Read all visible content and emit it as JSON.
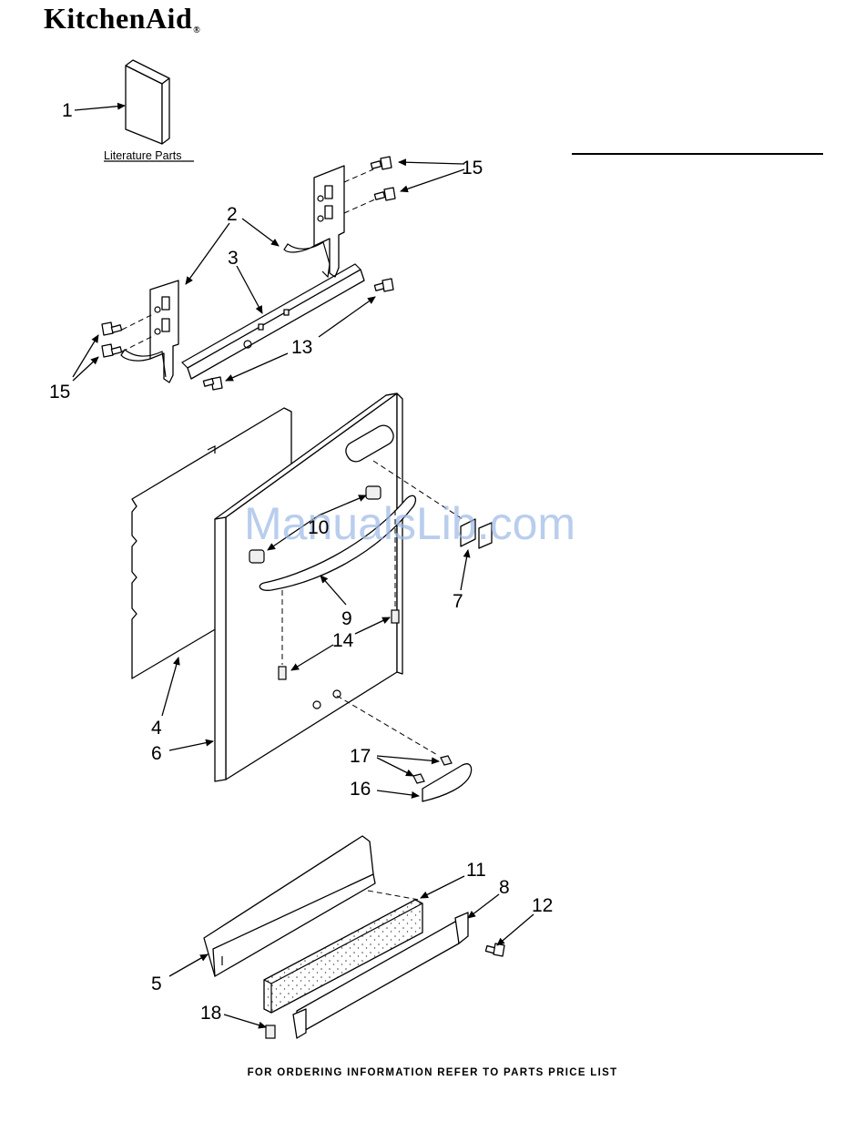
{
  "brand": {
    "name": "KitchenAid",
    "mark": "®"
  },
  "literature_label": "Literature Parts",
  "watermark": "ManualsLib.com",
  "footer": "FOR ORDERING INFORMATION REFER TO PARTS PRICE LIST",
  "callouts": [
    "1",
    "2",
    "3",
    "15",
    "15",
    "13",
    "10",
    "9",
    "7",
    "14",
    "4",
    "6",
    "17",
    "16",
    "11",
    "8",
    "12",
    "5",
    "18"
  ]
}
